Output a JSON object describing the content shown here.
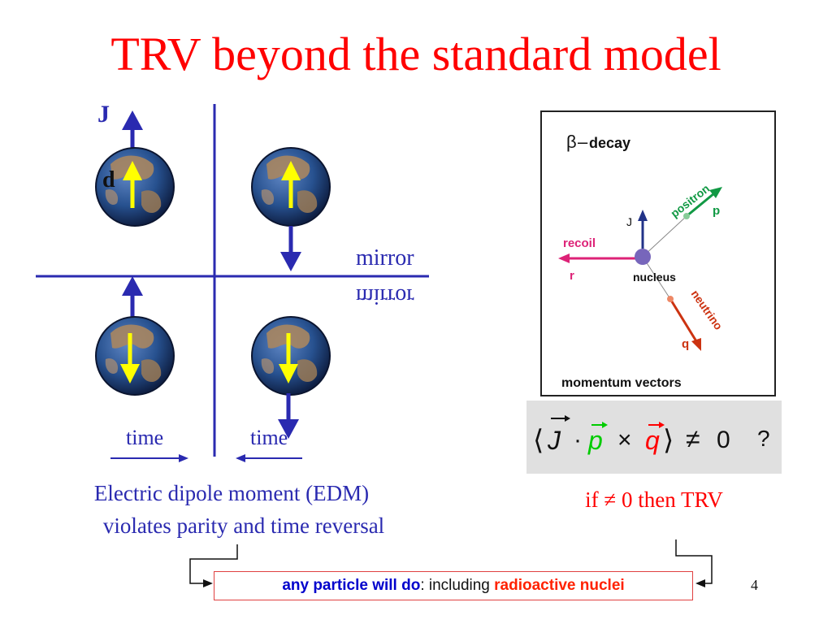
{
  "title": "TRV beyond the standard model",
  "diagram": {
    "label_J": "J",
    "label_d": "d",
    "mirror_label": "mirror",
    "mirror_reflected": "mirror",
    "time_left": "time",
    "time_right": "time",
    "edm_line1": "Electric dipole moment (EDM)",
    "edm_line2": "violates parity and time reversal"
  },
  "beta_decay": {
    "beta_symbol": "β",
    "dash": "–",
    "title_word": "decay",
    "positron": "positron",
    "p": "p",
    "J": "J",
    "recoil": "recoil",
    "r": "r",
    "nucleus": "nucleus",
    "neutrino": "neutrino",
    "q": "q",
    "caption": "momentum vectors"
  },
  "formula": {
    "langle": "⟨",
    "J": "J",
    "dot": "·",
    "p": "p",
    "times": "×",
    "q": "q",
    "rangle": "⟩",
    "neq": "≠",
    "zero": "0",
    "question": "?"
  },
  "trv_condition": "if ≠ 0 then TRV",
  "bottom_box": {
    "part1": "any particle will do",
    "part2": ": including ",
    "part3": "radioactive nuclei"
  },
  "page_number": "4",
  "colors": {
    "title_red": "#ff0000",
    "diagram_blue": "#2a2ab0",
    "spin_yellow": "#ffff00",
    "recoil_magenta": "#dd2277",
    "positron_green": "#119944",
    "neutrino_red": "#cc3311",
    "formula_green": "#00dd00",
    "formula_red": "#ff0000"
  }
}
